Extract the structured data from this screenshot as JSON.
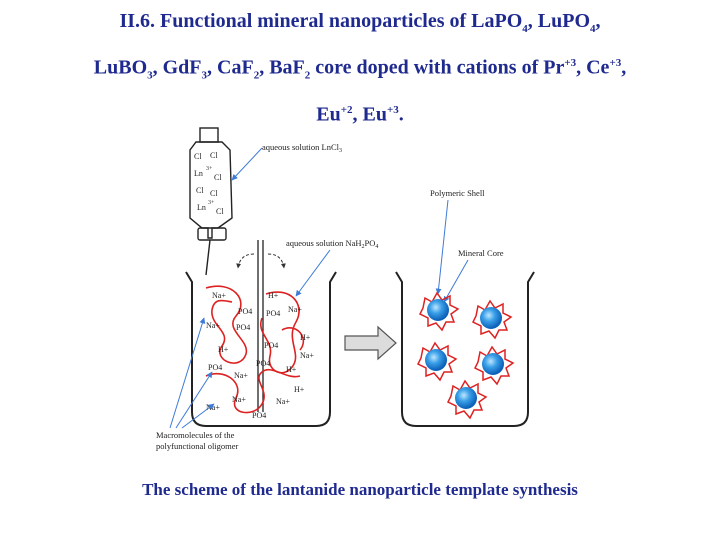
{
  "title": {
    "p1": "II.6. Functional mineral nanoparticles of LaPO",
    "s1": "4",
    "p2": ", LuPO",
    "s2": "4",
    "p3": ",",
    "p4": "LuBO",
    "s3": "3",
    "p5": ", GdF",
    "s4": "3",
    "p6": ", CaF",
    "s5": "2",
    "p7": ", BaF",
    "s6": "2",
    "p8": " core doped with cations of Pr",
    "u1": "+3",
    "p9": ", Ce",
    "u2": "+3",
    "p10": ",",
    "p11": "Eu",
    "u3": "+2",
    "p12": ", Eu",
    "u4": "+3",
    "p13": "."
  },
  "diagram": {
    "label_lncl": "aqueous solution LnCl",
    "label_lncl_sub": "3",
    "label_nah": "aqueous solution NaH",
    "label_nah_sub1": "2",
    "label_nah_mid": "PO",
    "label_nah_sub2": "4",
    "label_shell": "Polymeric Shell",
    "label_core": "Mineral Core",
    "label_macro1": "Macromolecules of the",
    "label_macro2": "polyfunctional oligomer",
    "funnel_ions": [
      "Cl",
      "Cl",
      "Ln",
      "3+",
      "Cl",
      "Cl",
      "Cl",
      "Ln",
      "3+",
      "Cl"
    ],
    "beaker_ions": [
      "Na+",
      "H+",
      "PO4",
      "Na+",
      "Na+",
      "PO4",
      "H+",
      "H+",
      "PO4",
      "PO4",
      "Na+",
      "PO4",
      "Na+",
      "H+",
      "PO4",
      "Na+",
      "H+",
      "Na+",
      "Na+",
      "PO4"
    ]
  },
  "caption": "The scheme of the lantanide nanoparticle template synthesis"
}
